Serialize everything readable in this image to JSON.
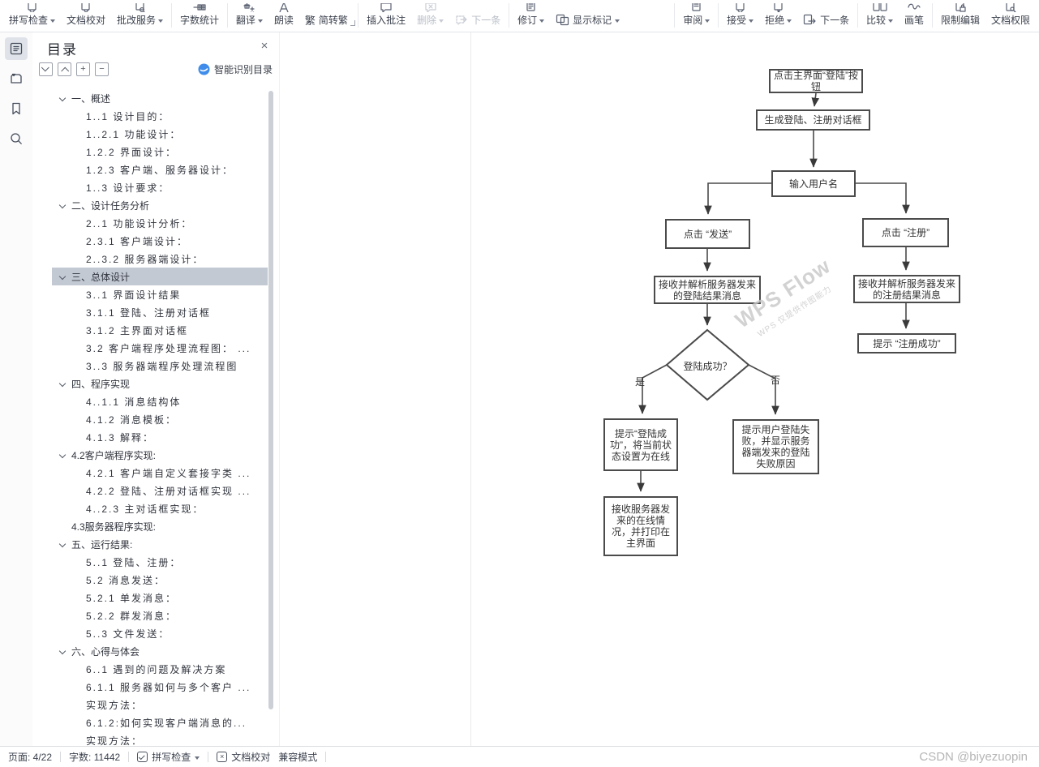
{
  "toolbar": {
    "items": [
      {
        "label": "拼写检查",
        "dropdown": true
      },
      {
        "label": "文档校对",
        "dropdown": false
      },
      {
        "label": "批改服务",
        "dropdown": true
      },
      {
        "label": "字数统计",
        "dropdown": false
      },
      {
        "label": "翻译",
        "dropdown": true
      },
      {
        "label": "朗读",
        "dropdown": false
      },
      {
        "label": "简转繁",
        "dropdown": false,
        "icon": "fanti-icon"
      },
      {
        "label": "插入批注",
        "dropdown": false
      },
      {
        "label": "删除",
        "dropdown": true,
        "disabled": true
      },
      {
        "label": "下一条",
        "dropdown": false,
        "disabled": true
      },
      {
        "label": "修订",
        "dropdown": true
      },
      {
        "label": "显示标记",
        "dropdown": true,
        "icon": "pages-icon"
      },
      {
        "label": "审阅",
        "dropdown": true
      },
      {
        "label": "接受",
        "dropdown": true
      },
      {
        "label": "拒绝",
        "dropdown": true
      },
      {
        "label": "下一条",
        "dropdown": false,
        "icon": "next-page-icon"
      },
      {
        "label": "比较",
        "dropdown": true
      },
      {
        "label": "画笔",
        "dropdown": false
      },
      {
        "label": "限制编辑",
        "dropdown": false
      },
      {
        "label": "文档权限",
        "dropdown": false
      }
    ],
    "fanti_glyph": "繁"
  },
  "leftstrip": {
    "icons": [
      "outline-icon",
      "chapter-icon",
      "bookmark-icon",
      "search-icon"
    ]
  },
  "sidebar": {
    "title": "目录",
    "smart_button": "智能识别目录",
    "toc": [
      {
        "text": "一、概述",
        "level": 0,
        "arrow": true
      },
      {
        "text": "1..1 设计目的：",
        "level": 1
      },
      {
        "text": "1..2.1 功能设计：",
        "level": 1
      },
      {
        "text": "1.2.2 界面设计：",
        "level": 1
      },
      {
        "text": "1.2.3 客户端、服务器设计：",
        "level": 1
      },
      {
        "text": "1..3 设计要求：",
        "level": 1
      },
      {
        "text": "二、设计任务分析",
        "level": 0,
        "arrow": true
      },
      {
        "text": "2..1 功能设计分析：",
        "level": 1
      },
      {
        "text": "2.3.1 客户端设计：",
        "level": 1
      },
      {
        "text": "2..3.2 服务器端设计：",
        "level": 1
      },
      {
        "text": "三、总体设计",
        "level": 0,
        "arrow": true,
        "selected": true
      },
      {
        "text": "3..1 界面设计结果",
        "level": 1
      },
      {
        "text": "3.1.1 登陆、注册对话框",
        "level": 1
      },
      {
        "text": "3.1.2 主界面对话框",
        "level": 1
      },
      {
        "text": "3.2 客户端程序处理流程图： ...",
        "level": 1
      },
      {
        "text": "3..3 服务器端程序处理流程图",
        "level": 1
      },
      {
        "text": "四、程序实现",
        "level": 0,
        "arrow": true
      },
      {
        "text": "4..1.1 消息结构体",
        "level": 1
      },
      {
        "text": "4.1.2 消息模板：",
        "level": 1
      },
      {
        "text": "4.1.3 解释：",
        "level": 1
      },
      {
        "text": "4.2客户端程序实现:",
        "level": 0,
        "arrow": true
      },
      {
        "text": "4.2.1 客户端自定义套接字类 ...",
        "level": 1
      },
      {
        "text": "4.2.2 登陆、注册对话框实现 ...",
        "level": 1
      },
      {
        "text": "4..2.3 主对话框实现：",
        "level": 1
      },
      {
        "text": "4.3服务器程序实现:",
        "level": 0,
        "arrow": false
      },
      {
        "text": "五、运行结果:",
        "level": 0,
        "arrow": true
      },
      {
        "text": "5..1 登陆、注册：",
        "level": 1
      },
      {
        "text": "5.2 消息发送：",
        "level": 1
      },
      {
        "text": "5.2.1 单发消息：",
        "level": 1
      },
      {
        "text": "5.2.2 群发消息：",
        "level": 1
      },
      {
        "text": "5..3 文件发送：",
        "level": 1
      },
      {
        "text": "六、心得与体会",
        "level": 0,
        "arrow": true
      },
      {
        "text": "6..1 遇到的问题及解决方案",
        "level": 1
      },
      {
        "text": "6.1.1 服务器如何与多个客户 ...",
        "level": 1
      },
      {
        "text": "实现方法：",
        "level": 1
      },
      {
        "text": "6.1.2:如何实现客户端消息的...",
        "level": 1
      },
      {
        "text": "实现方法：",
        "level": 1
      }
    ]
  },
  "flowchart": {
    "nodes": {
      "n1": "点击主界面“登陆”按钮",
      "n2": "生成登陆、注册对话框",
      "n3": "输入用户名",
      "n4": "点击 “发送”",
      "n5": "点击 “注册”",
      "n6": "接收并解析服务器发来的登陆结果消息",
      "n7": "接收并解析服务器发来的注册结果消息",
      "n8": "提示 “注册成功”",
      "n9": "提示“登陆成功”，将当前状态设置为在线",
      "n10": "提示用户登陆失败，并显示服务器端发来的登陆失败原因",
      "n11": "接收服务器发来的在线情况，并打印在主界面"
    },
    "decision": "登陆成功？",
    "yes": "是",
    "no": "否",
    "watermark_line1": "WPS Flow",
    "watermark_line2": "WPS 仅提供作图能力",
    "border_color": "#4b4b4b"
  },
  "statusbar": {
    "page": "页面: 4/22",
    "words": "字数: 11442",
    "spellcheck": "拼写检查",
    "proofread": "文档校对",
    "compat": "兼容模式",
    "watermark": "CSDN @biyezuopin"
  }
}
